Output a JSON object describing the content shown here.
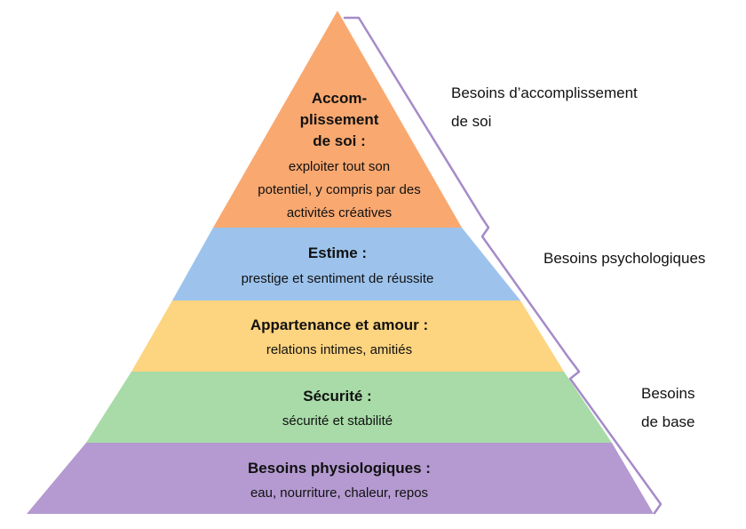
{
  "pyramid": {
    "levels": [
      {
        "key": "accomplissement",
        "title_lines": [
          "Accom-",
          "plissement",
          "de soi :"
        ],
        "desc_lines": [
          "exploiter tout son",
          "potentiel, y compris par des",
          "activités créatives"
        ],
        "color": "#F9A870"
      },
      {
        "key": "estime",
        "title_lines": [
          "Estime :"
        ],
        "desc_lines": [
          "prestige et sentiment de réussite"
        ],
        "color": "#9DC3EC"
      },
      {
        "key": "appartenance",
        "title_lines": [
          "Appartenance et amour :"
        ],
        "desc_lines": [
          "relations intimes, amitiés"
        ],
        "color": "#FDD47F"
      },
      {
        "key": "securite",
        "title_lines": [
          "Sécurité :"
        ],
        "desc_lines": [
          "sécurité et stabilité"
        ],
        "color": "#A8DBA8"
      },
      {
        "key": "physiologiques",
        "title_lines": [
          "Besoins physiologiques :"
        ],
        "desc_lines": [
          "eau, nourriture, chaleur, repos"
        ],
        "color": "#B49AD1"
      }
    ]
  },
  "groups": [
    {
      "key": "accomplissement",
      "lines": [
        "Besoins d’accomplissement",
        "de soi"
      ]
    },
    {
      "key": "psychologiques",
      "lines": [
        "Besoins psychologiques"
      ]
    },
    {
      "key": "base",
      "lines": [
        "Besoins",
        "de base"
      ]
    }
  ],
  "brace_color": "#A58BC8"
}
